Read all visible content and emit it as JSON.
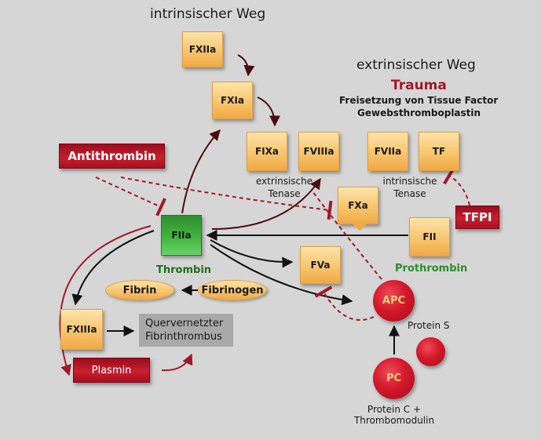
{
  "titles": {
    "intrinsic_path": "intrinsischer Weg",
    "extrinsic_path": "extrinsischer Weg",
    "trauma": "Trauma",
    "tissue_factor_line1": "Freisetzung von Tissue Factor",
    "tissue_factor_line2": "Gewebsthromboplastin"
  },
  "factors": {
    "fxiia": "FXIIa",
    "fxia": "FXIa",
    "fixa": "FIXa",
    "fviiia": "FVIIIa",
    "fviia": "FVIIa",
    "tf": "TF",
    "fxa": "FXa",
    "fiia": "FIIa",
    "fii": "FII",
    "fva": "FVa",
    "fxiiia": "FXIIIa"
  },
  "inhibitors": {
    "antithrombin": "Antithrombin",
    "tfpi": "TFPI",
    "plasmin": "Plasmin"
  },
  "labels": {
    "extrinsic_tenase_1": "extrinsische",
    "extrinsic_tenase_2": "Tenase",
    "intrinsic_tenase_1": "intrinsische",
    "intrinsic_tenase_2": "Tenase",
    "thrombin": "Thrombin",
    "prothrombin": "Prothrombin",
    "protein_s": "Protein S",
    "protein_c_1": "Protein C +",
    "protein_c_2": "Thrombomodulin"
  },
  "ellipses": {
    "fibrin": "Fibrin",
    "fibrinogen": "Fibrinogen"
  },
  "circles": {
    "apc": "APC",
    "pc": "PC"
  },
  "thrombus": {
    "line1": "Quervernetzter",
    "line2": "Fibrinthrombus"
  },
  "colors": {
    "background": "#d6d6d6",
    "factor_fill": "#f8c56f",
    "thrombin_green": "#3fb43f",
    "thrombin_label": "#1e6e1e",
    "prothrombin_label": "#2a8f2a",
    "inhibitor_red": "#c81f2e",
    "trauma_red": "#a3182a",
    "activation_arrow": "#4a0d0d",
    "inhibition_dashed": "#a3182a"
  }
}
